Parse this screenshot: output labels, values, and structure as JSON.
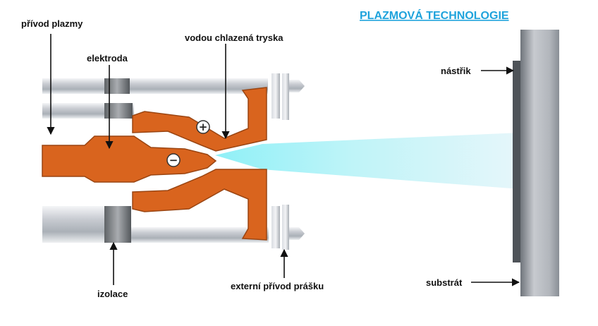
{
  "title": "PLAZMOVÁ TECHNOLOGIE",
  "labels": {
    "plasma_supply": "přívod plazmy",
    "electrode": "elektroda",
    "nozzle": "vodou chlazená tryska",
    "coating": "nástřik",
    "insulation": "izolace",
    "powder_supply": "externí přívod prášku",
    "substrate": "substrát"
  },
  "symbols": {
    "anode": "+",
    "cathode": "−"
  },
  "colors": {
    "title": "#1fa3dc",
    "copper": "#d9641e",
    "copper_dark": "#9a4512",
    "steel_light": "#e8eaee",
    "steel_dark": "#7d828a",
    "plasma_jet": "#9ff0f8",
    "substrate": "#a7abb2"
  }
}
